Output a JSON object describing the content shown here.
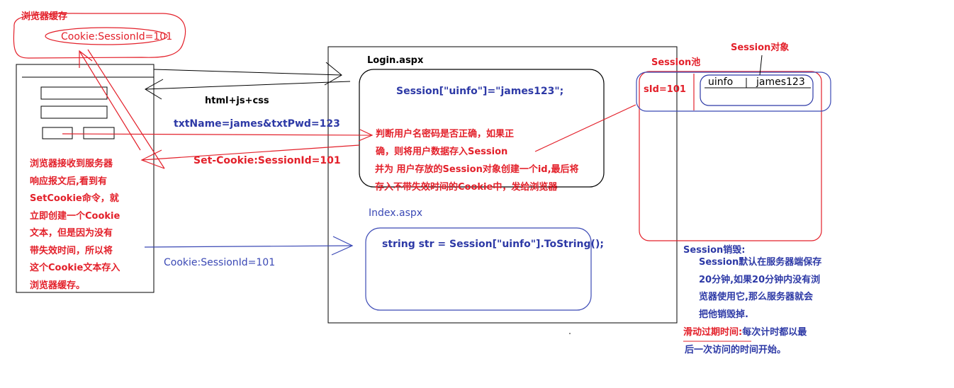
{
  "browser_cache": {
    "title": "浏览器缓存",
    "cookie": "Cookie:SessionId=101"
  },
  "login_page": {
    "title": "Login.aspx",
    "code": "Session[\"uinfo\"]=\"james123\";",
    "check_lines": [
      "判断用户名密码是否正确，如果正",
      "确，则将用户数据存入Session"
    ],
    "create_lines": [
      "并为 用户存放的Session对象创建一个id,最后将",
      "存入不带失效时间的Cookie中，发给浏览器"
    ]
  },
  "index_page": {
    "title": "Index.aspx",
    "code": "string str = Session[\"uinfo\"].ToString();"
  },
  "arrows": {
    "response_body": "html+js+css",
    "request_params": "txtName=james&txtPwd=123",
    "set_cookie": "Set-Cookie:SessionId=101",
    "send_cookie": "Cookie:SessionId=101"
  },
  "browser_note": [
    "浏览器接收到服务器",
    "响应报文后,看到有",
    "SetCookie命令，就",
    "立即创建一个Cookie",
    "文本，但是因为没有",
    "带失效时间，所以将",
    "这个Cookie文本存入",
    "浏览器缓存。"
  ],
  "session_pool": {
    "title": "Session池",
    "object_label": "Session对象",
    "sid": "sId=101",
    "key": "uinfo",
    "value": "james123"
  },
  "session_destroy": {
    "title": "Session销毁:",
    "lines": [
      "Session默认在服务器端保存",
      "20分钟,如果20分钟内没有浏",
      "览器使用它,那么服务器就会",
      "把他销毁掉."
    ],
    "sliding_title": "滑动过期时间:",
    "sliding_text": "每次计时都以最",
    "sliding_line2": "后一次访问的时间开始。"
  },
  "colors": {
    "red": "#e3202a",
    "blue": "#3b49b5",
    "black": "#000000"
  }
}
